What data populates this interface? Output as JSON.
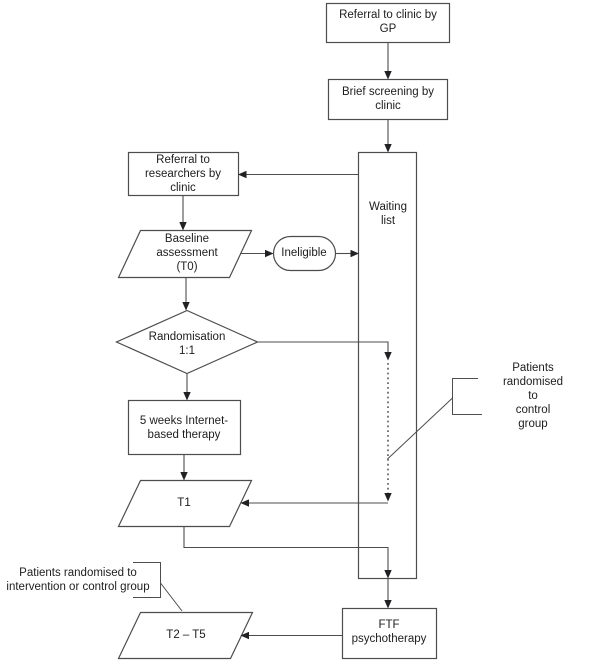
{
  "diagram": {
    "type": "flowchart",
    "background": "#ffffff",
    "line_color": "#4d4d4f",
    "text_color": "#1d1d1f",
    "nodes": {
      "referral_gp": {
        "shape": "rectangle",
        "label": "Referral to clinic by\nGP"
      },
      "brief_screening": {
        "shape": "rectangle",
        "label": "Brief screening by\nclinic"
      },
      "waiting_list": {
        "shape": "rectangle",
        "label": "Waiting\nlist"
      },
      "referral_researchers": {
        "shape": "rectangle",
        "label": "Referral to\nresearchers by\nclinic"
      },
      "baseline_assessment": {
        "shape": "parallelogram",
        "label": "Baseline\nassessment\n(T0)"
      },
      "ineligible": {
        "shape": "stadium",
        "label": "Ineligible"
      },
      "randomisation": {
        "shape": "diamond",
        "label": "Randomisation\n1:1"
      },
      "internet_therapy": {
        "shape": "rectangle",
        "label": "5 weeks Internet-\nbased therapy"
      },
      "t1": {
        "shape": "parallelogram",
        "label": "T1"
      },
      "ftf_psychotherapy": {
        "shape": "rectangle",
        "label": "FTF\npsychotherapy"
      },
      "t2_t5": {
        "shape": "parallelogram",
        "label": "T2 – T5"
      }
    },
    "annotations": {
      "control_group": {
        "label": "Patients randomised to\ncontrol group"
      },
      "intervention_group": {
        "label": "Patients randomised to\nintervention or control group"
      }
    }
  }
}
